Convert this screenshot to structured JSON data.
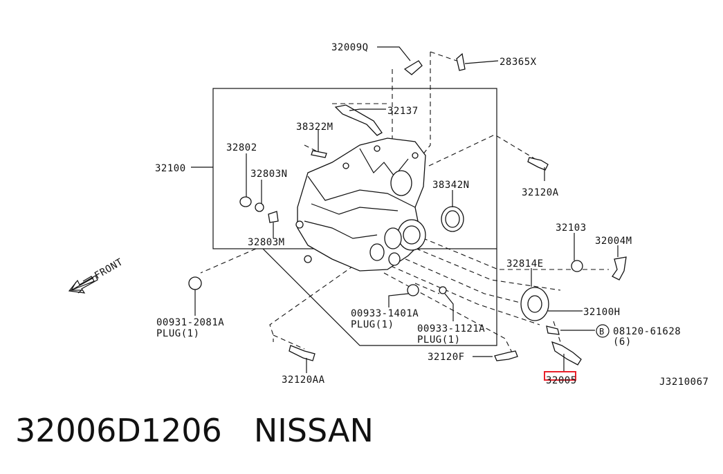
{
  "labels": {
    "l_32009Q": "32009Q",
    "l_28365X": "28365X",
    "l_32137": "32137",
    "l_38322M": "38322M",
    "l_32802": "32802",
    "l_32100": "32100",
    "l_32803N": "32803N",
    "l_38342N": "38342N",
    "l_32120A": "32120A",
    "l_32803M": "32803M",
    "l_32103": "32103",
    "l_32004M": "32004M",
    "l_32814E": "32814E",
    "l_32100H": "32100H",
    "l_front": "FRONT",
    "l_00931": "00931-2081A",
    "l_plug1": "PLUG(1)",
    "l_00933a": "00933-1401A",
    "l_plug2": "PLUG(1)",
    "l_00933b": "00933-1121A",
    "l_plug3": "PLUG(1)",
    "l_bolt_marker": "B",
    "l_08120": "08120-61628",
    "l_qty6": "(6)",
    "l_32120F": "32120F",
    "l_32005": "32005",
    "l_32120AA": "32120AA",
    "l_ref": "J3210067"
  },
  "caption": {
    "part_number": "32006D1206",
    "brand": "NISSAN"
  },
  "colors": {
    "line": "#111111",
    "highlight": "#e8202a",
    "background": "#ffffff"
  }
}
